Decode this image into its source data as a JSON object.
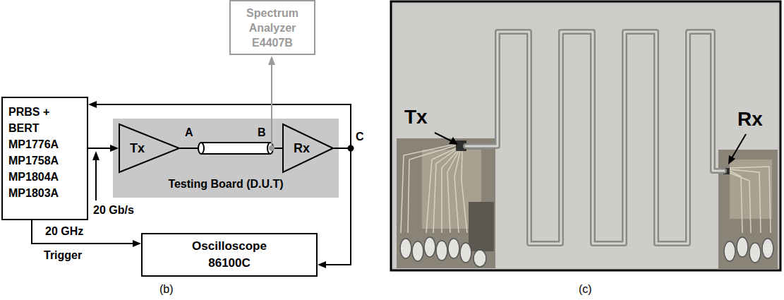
{
  "diagram": {
    "nodes": [
      {
        "text": [
          "PRBS + BERT",
          "MP1776A MP1758A MP1804A MP1803A"
        ]
      },
      {
        "text": [
          "Spectrum Analyzer E4407B"
        ]
      },
      {
        "text": [
          "Testing Board (D.U.T)"
        ]
      },
      {
        "text": [
          "Tx"
        ],
        "in": 2
      },
      {
        "text": [
          "Rx"
        ],
        "in": 2
      },
      {
        "text": [
          "Oscilloscope 86100C"
        ]
      }
    ],
    "edges": [
      {
        "from": 0,
        "to": 3,
        "arrow": "to"
      },
      {
        "from": 3,
        "to": 4,
        "arrow": "none"
      },
      {
        "from": 4,
        "to": 0,
        "arrow": "to"
      },
      {
        "from": 4,
        "to": 5,
        "arrow": "to"
      },
      {
        "from": 0,
        "to": 5,
        "label": "20 GHz",
        "arrow": "to"
      }
    ],
    "labels": [
      "A",
      "B",
      "C",
      "20 Gb/s",
      "Trigger",
      "(b)",
      "Tx",
      "Rx",
      "(c)"
    ]
  }
}
